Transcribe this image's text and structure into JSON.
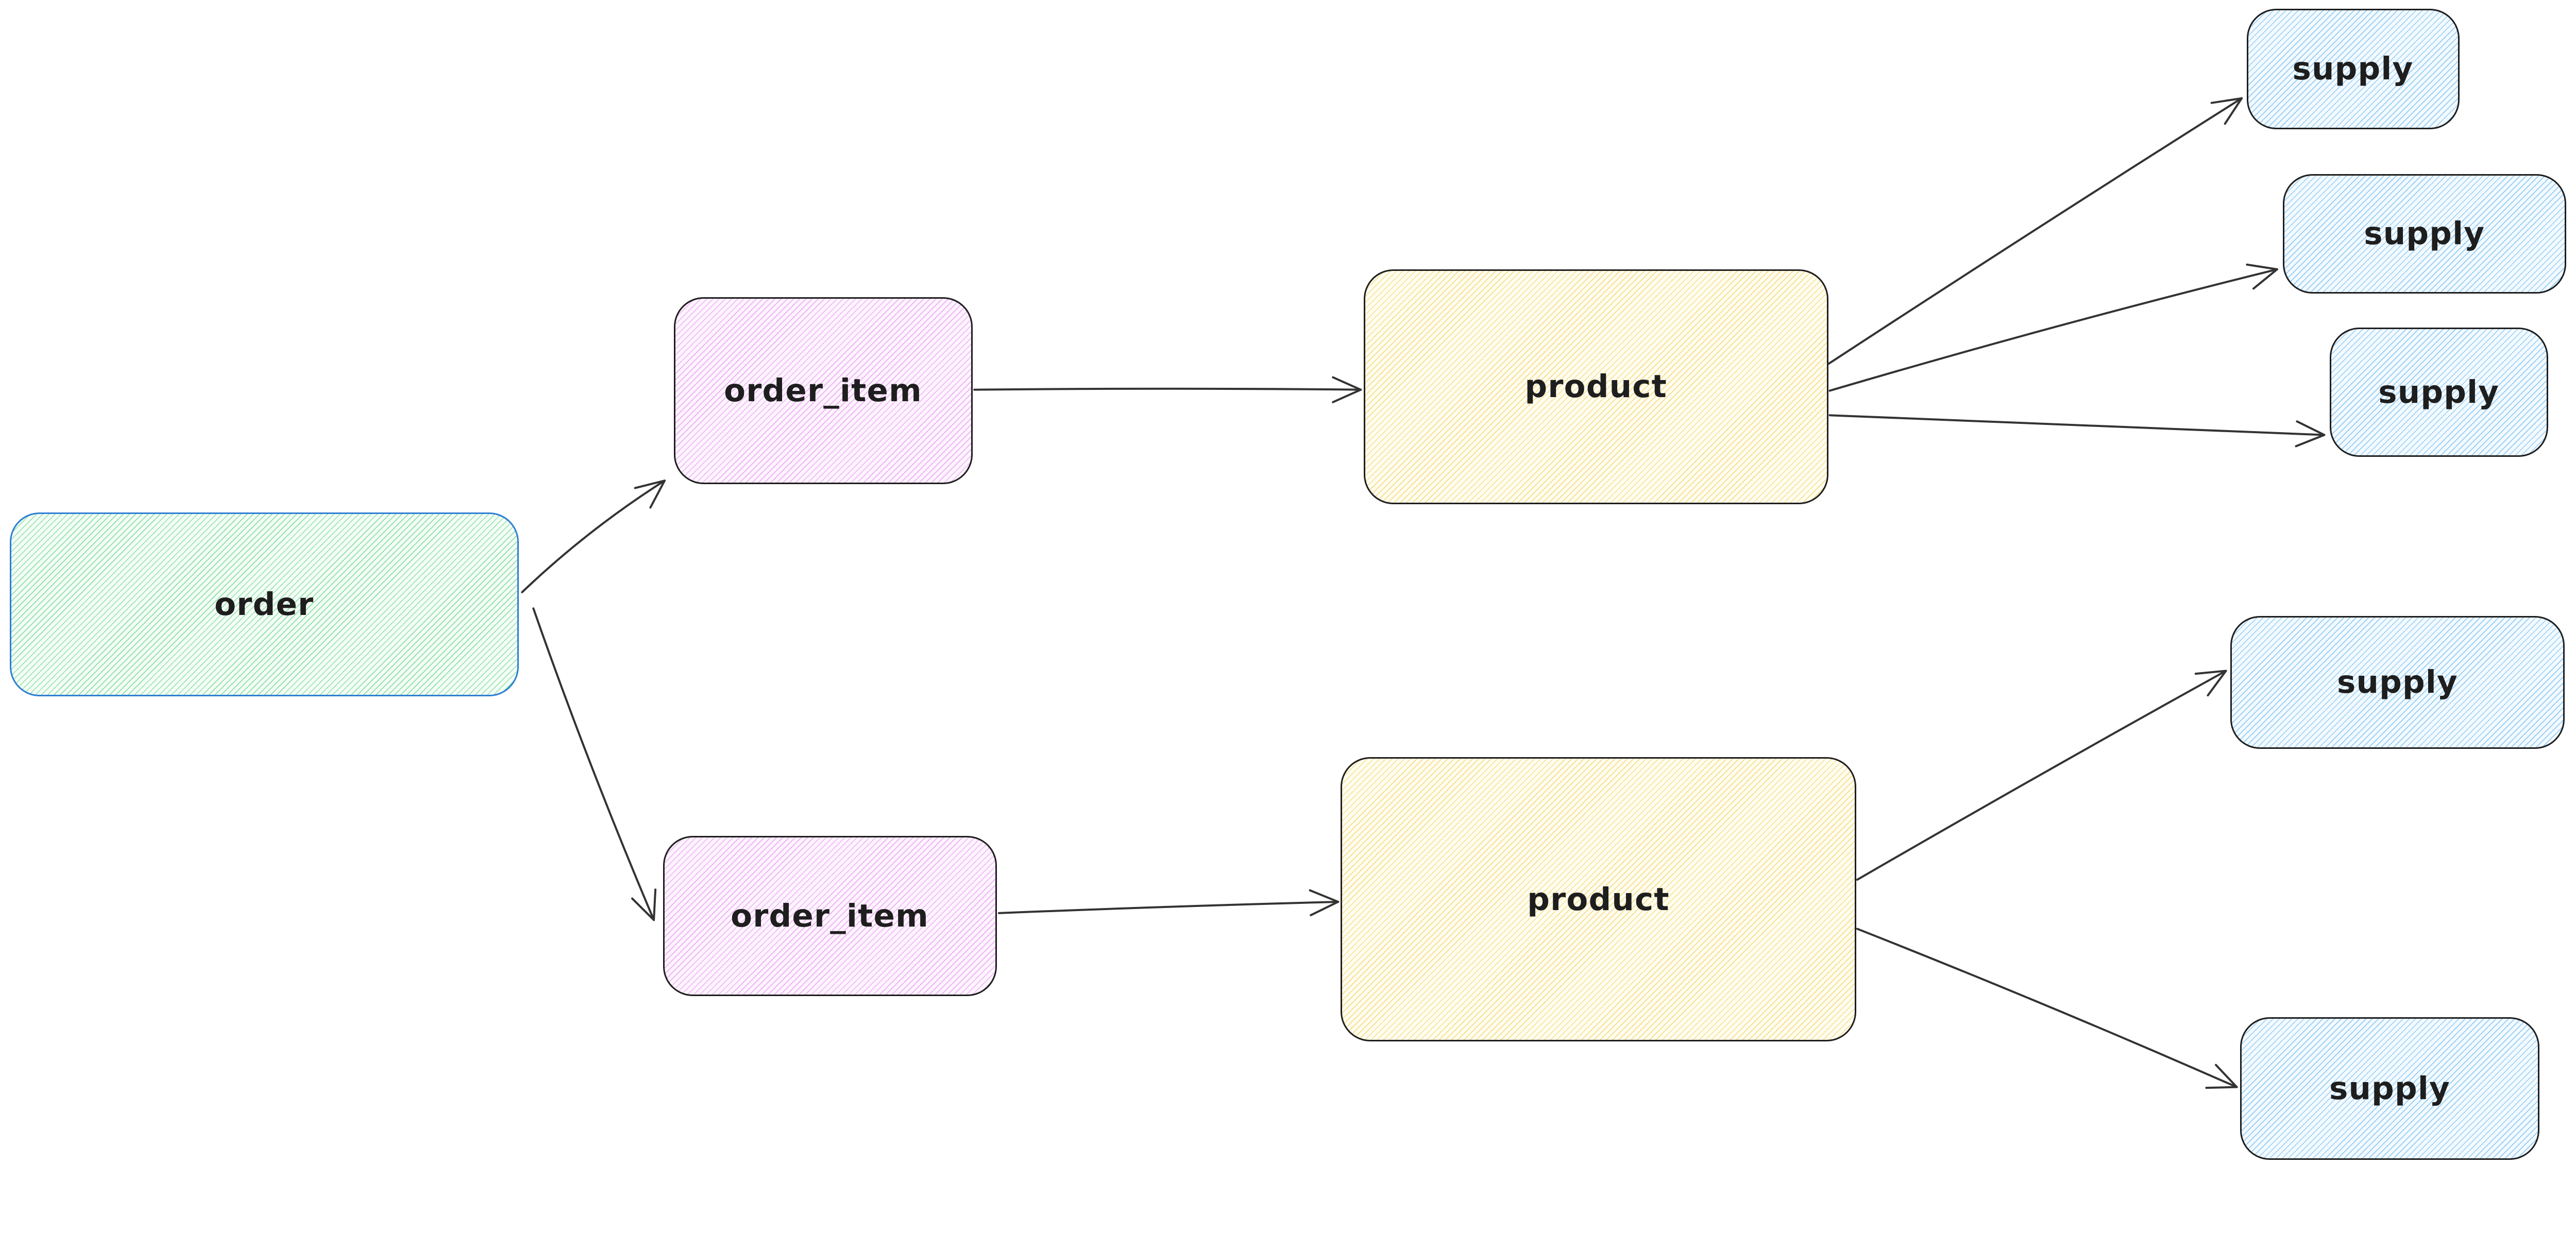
{
  "palette": {
    "canvas_bg": "#ffffff",
    "text_color": "#1e1e1e",
    "arrow_color": "#333333",
    "order_border": "#2f7fd4",
    "order_hatch": "#8ce0a4",
    "order_tint": "#f4fdf6",
    "order_item_border": "#1e1e1e",
    "order_item_hatch": "#eeaef5",
    "order_item_tint": "#fdf4fe",
    "product_border": "#1e1e1e",
    "product_hatch": "#f7dc8a",
    "product_tint": "#fffdf0",
    "supply_border": "#1e1e1e",
    "supply_hatch": "#93ccf5",
    "supply_tint": "#f3faff"
  },
  "diagram": {
    "nodes": {
      "order": {
        "label": "order",
        "fill": "green hatch",
        "border": "blue"
      },
      "order_item_1": {
        "label": "order_item",
        "fill": "violet hatch",
        "border": "black"
      },
      "order_item_2": {
        "label": "order_item",
        "fill": "violet hatch",
        "border": "black"
      },
      "product_1": {
        "label": "product",
        "fill": "yellow hatch",
        "border": "black"
      },
      "product_2": {
        "label": "product",
        "fill": "yellow hatch",
        "border": "black"
      },
      "supply_1": {
        "label": "supply",
        "fill": "blue hatch",
        "border": "black"
      },
      "supply_2": {
        "label": "supply",
        "fill": "blue hatch",
        "border": "black"
      },
      "supply_3": {
        "label": "supply",
        "fill": "blue hatch",
        "border": "black"
      },
      "supply_4": {
        "label": "supply",
        "fill": "blue hatch",
        "border": "black"
      },
      "supply_5": {
        "label": "supply",
        "fill": "blue hatch",
        "border": "black"
      }
    },
    "edges": [
      {
        "from": "order",
        "to": "order_item_1"
      },
      {
        "from": "order",
        "to": "order_item_2"
      },
      {
        "from": "order_item_1",
        "to": "product_1"
      },
      {
        "from": "order_item_2",
        "to": "product_2"
      },
      {
        "from": "product_1",
        "to": "supply_1"
      },
      {
        "from": "product_1",
        "to": "supply_2"
      },
      {
        "from": "product_1",
        "to": "supply_3"
      },
      {
        "from": "product_2",
        "to": "supply_4"
      },
      {
        "from": "product_2",
        "to": "supply_5"
      }
    ]
  }
}
